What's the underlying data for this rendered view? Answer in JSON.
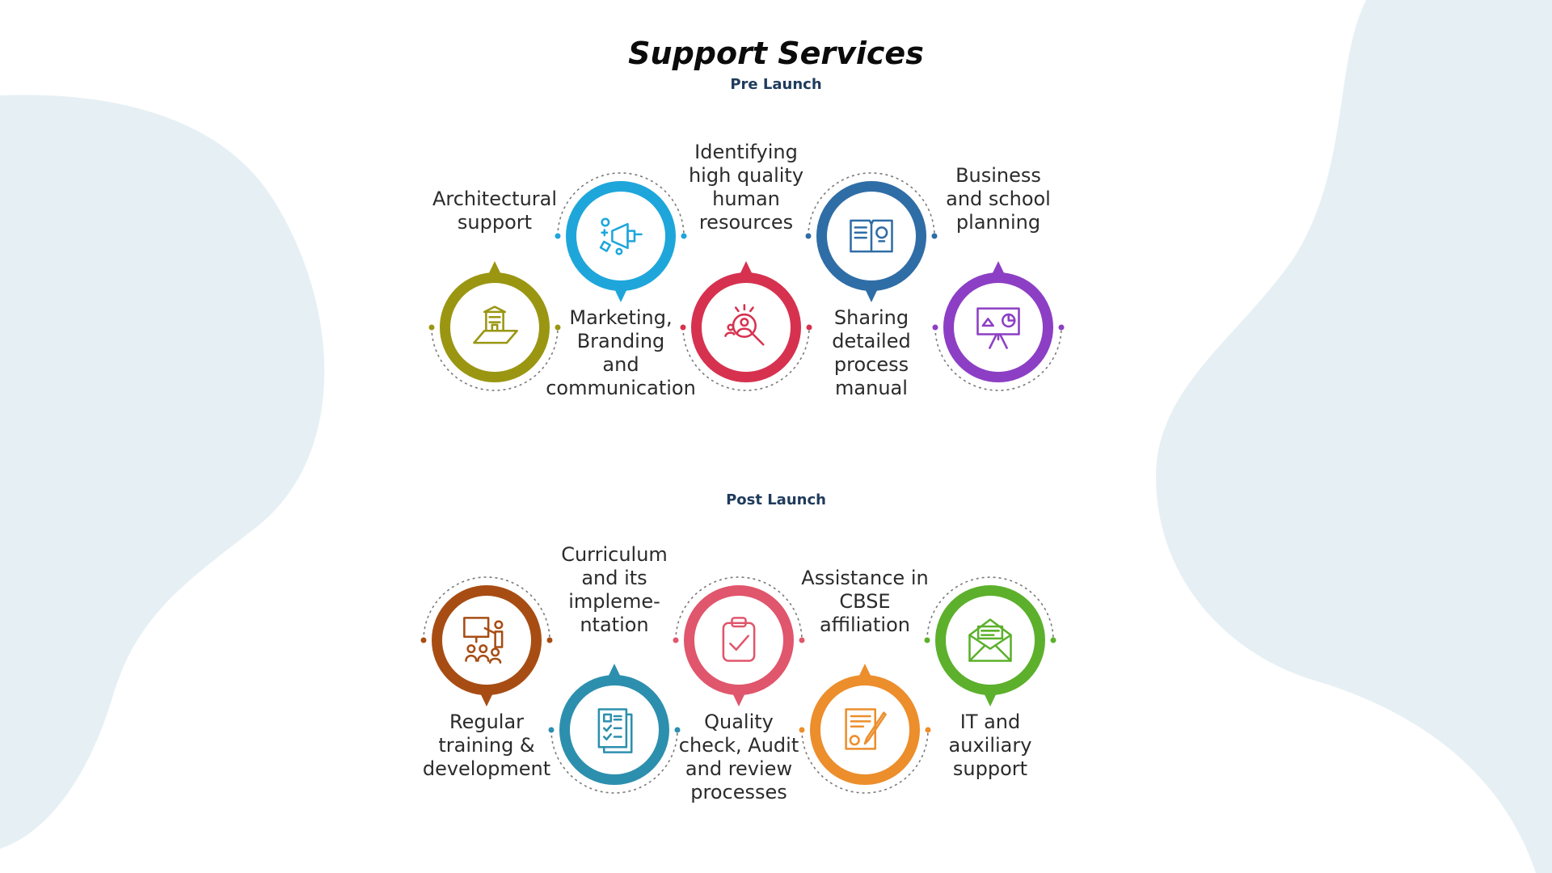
{
  "header": {
    "title": "Support Services",
    "pre_launch": "Pre Launch",
    "post_launch": "Post Launch"
  },
  "colors": {
    "background_blob": "#e6f0f4",
    "dotted_line": "#7a7a7a",
    "text": "#2b2b2b",
    "title": "#0b0b0b",
    "subtitle": "#1f3b5c"
  },
  "pre_launch": {
    "nodes": [
      {
        "label": "Architectural\nsupport",
        "icon": "building-plan-icon",
        "color": "#9a9612",
        "pointer": "up",
        "label_pos": "top"
      },
      {
        "label": "Marketing,\nBranding\nand\ncommunication",
        "icon": "megaphone-icon",
        "color": "#1ea6db",
        "pointer": "down",
        "label_pos": "bottom"
      },
      {
        "label": "Identifying\nhigh quality\nhuman\nresources",
        "icon": "people-search-icon",
        "color": "#d6324f",
        "pointer": "up",
        "label_pos": "top"
      },
      {
        "label": "Sharing\ndetailed\nprocess\nmanual",
        "icon": "manual-book-icon",
        "color": "#2f6da6",
        "pointer": "down",
        "label_pos": "bottom"
      },
      {
        "label": "Business\nand school\nplanning",
        "icon": "presentation-board-icon",
        "color": "#8c3fc4",
        "pointer": "up",
        "label_pos": "top"
      }
    ]
  },
  "post_launch": {
    "nodes": [
      {
        "label": "Regular\ntraining &\ndevelopment",
        "icon": "trainer-audience-icon",
        "color": "#a74d14",
        "pointer": "down",
        "label_pos": "bottom"
      },
      {
        "label": "Curriculum\nand its\nimpleme-\nntation",
        "icon": "document-checklist-icon",
        "color": "#2d8fae",
        "pointer": "up",
        "label_pos": "top"
      },
      {
        "label": "Quality\ncheck, Audit\nand review\nprocesses",
        "icon": "clipboard-check-icon",
        "color": "#e0566c",
        "pointer": "down",
        "label_pos": "bottom"
      },
      {
        "label": "Assistance in\nCBSE\naffiliation",
        "icon": "contract-pen-icon",
        "color": "#ec8e2c",
        "pointer": "up",
        "label_pos": "top"
      },
      {
        "label": "IT and\nauxiliary\nsupport",
        "icon": "envelope-icon",
        "color": "#5cb02c",
        "pointer": "down",
        "label_pos": "bottom"
      }
    ]
  }
}
